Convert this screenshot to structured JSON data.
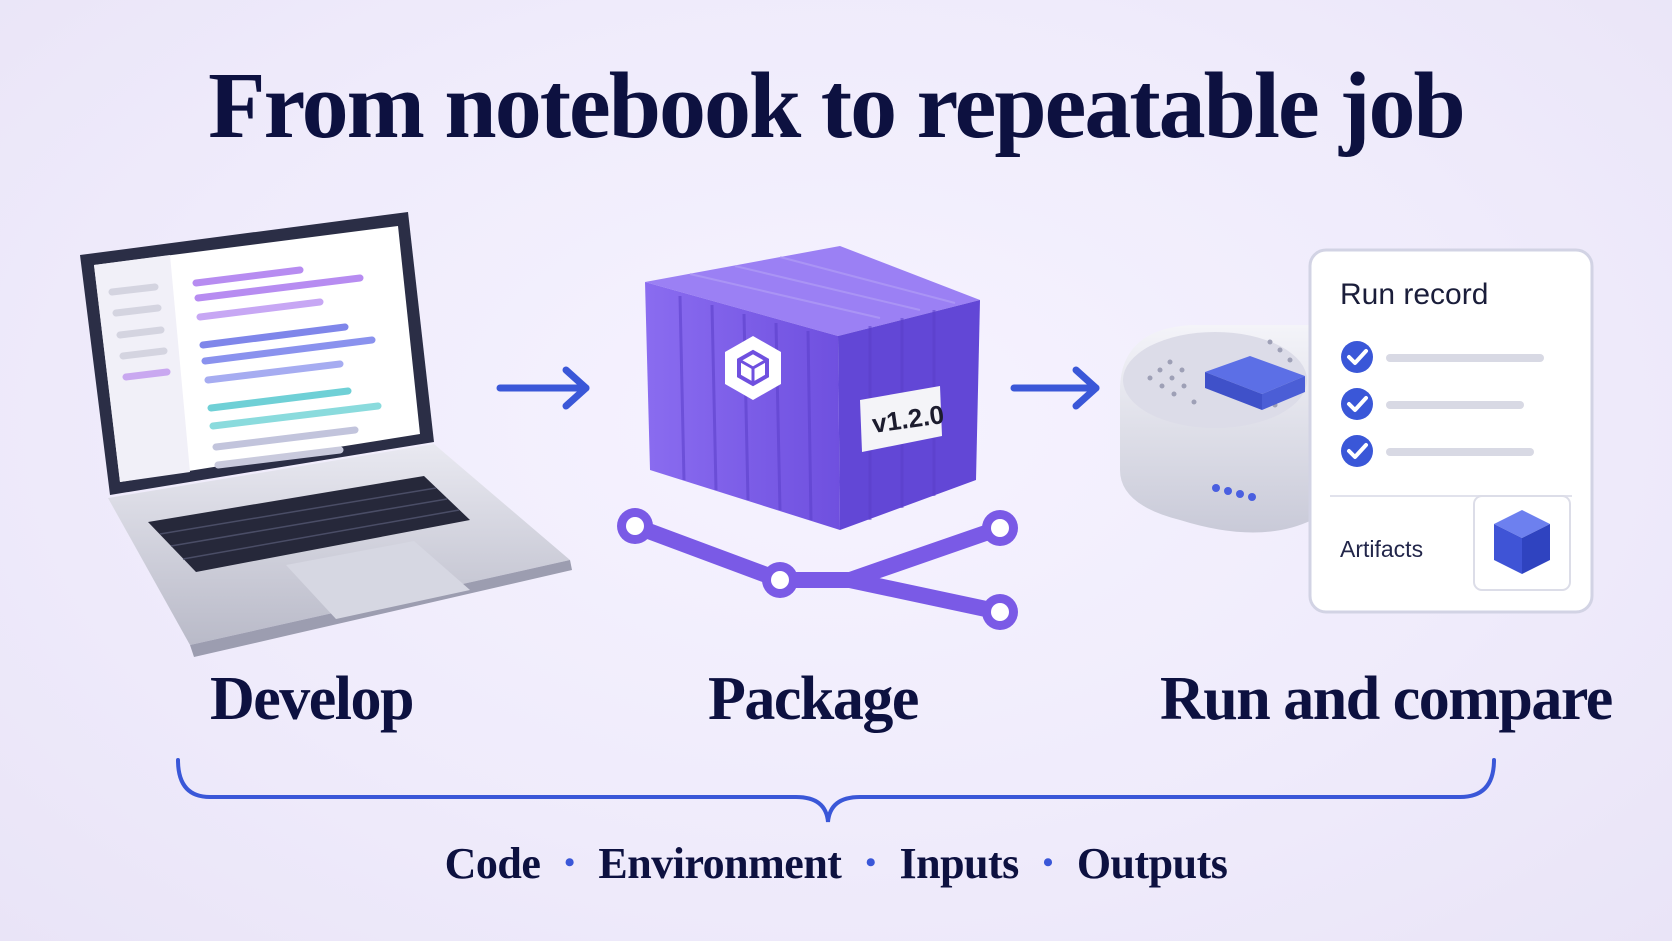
{
  "title": "From notebook to repeatable job",
  "stages": [
    {
      "label": "Develop"
    },
    {
      "label": "Package"
    },
    {
      "label": "Run and compare"
    }
  ],
  "package": {
    "version": "v1.2.0"
  },
  "run_card": {
    "title": "Run record",
    "checked_items": 3,
    "artifacts_label": "Artifacts"
  },
  "footer": {
    "items": [
      "Code",
      "Environment",
      "Inputs",
      "Outputs"
    ],
    "separator": "•"
  },
  "colors": {
    "title": "#0d1140",
    "accent_blue": "#3a57d8",
    "container_purple": "#7b5ce6",
    "background": "#efebfb"
  }
}
